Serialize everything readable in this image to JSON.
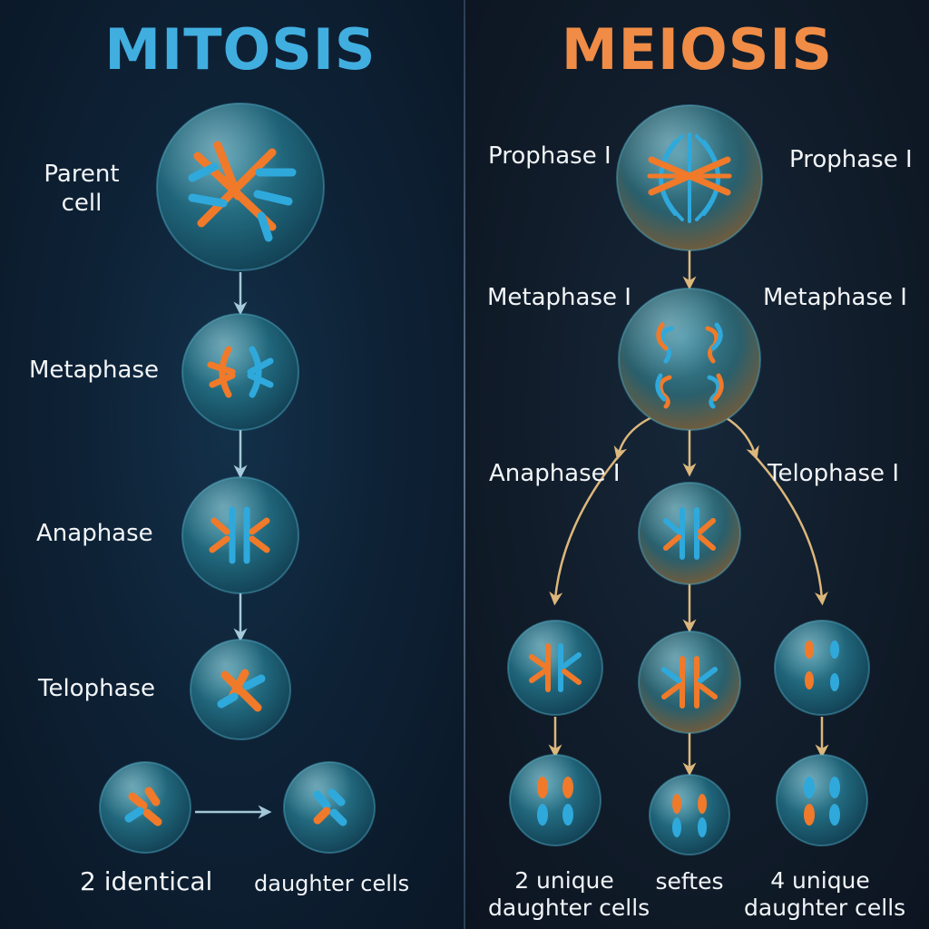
{
  "mitosis": {
    "title": "MITOSIS",
    "labels": {
      "parent_line1": "Parent",
      "parent_line2": "cell",
      "metaphase": "Metaphase",
      "anaphase": "Anaphase",
      "telophase": "Telophase",
      "result_left": "2 identical",
      "result_right": "daughter cells"
    }
  },
  "meiosis": {
    "title": "MEIOSIS",
    "labels": {
      "prophase_left": "Prophase I",
      "prophase_right": "Prophase I",
      "metaphase_left": "Metaphase I",
      "metaphase_right": "Metaphase I",
      "anaphase": "Anaphase I",
      "telophase": "Telophase I",
      "result_left_line1": "2 unique",
      "result_left_line2": "daughter cells",
      "result_middle": "seftes",
      "result_right_line1": "4 unique",
      "result_right_line2": "daughter cells"
    }
  },
  "colors": {
    "mitosis_title": "#41aee0",
    "meiosis_title": "#f08c46",
    "chromosome_orange": "#f07a2a",
    "chromosome_blue": "#2fa9dc",
    "mitosis_arrow": "#bfe6f4",
    "meiosis_arrow": "#f2c884"
  }
}
